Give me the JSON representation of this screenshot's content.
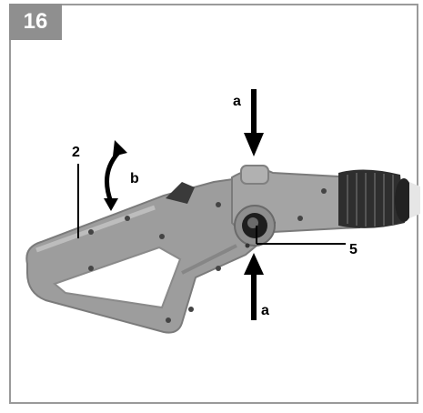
{
  "figure": {
    "number": "16"
  },
  "labels": {
    "part_2": "2",
    "part_5": "5",
    "rotation": "b",
    "press_top": "a",
    "press_bottom": "a"
  },
  "colors": {
    "frame": "#9a9a9a",
    "badge": "#8f8f8f",
    "tool_body": "#9b9b9b",
    "tool_dark": "#2a2a2a",
    "arrow": "#000000"
  }
}
